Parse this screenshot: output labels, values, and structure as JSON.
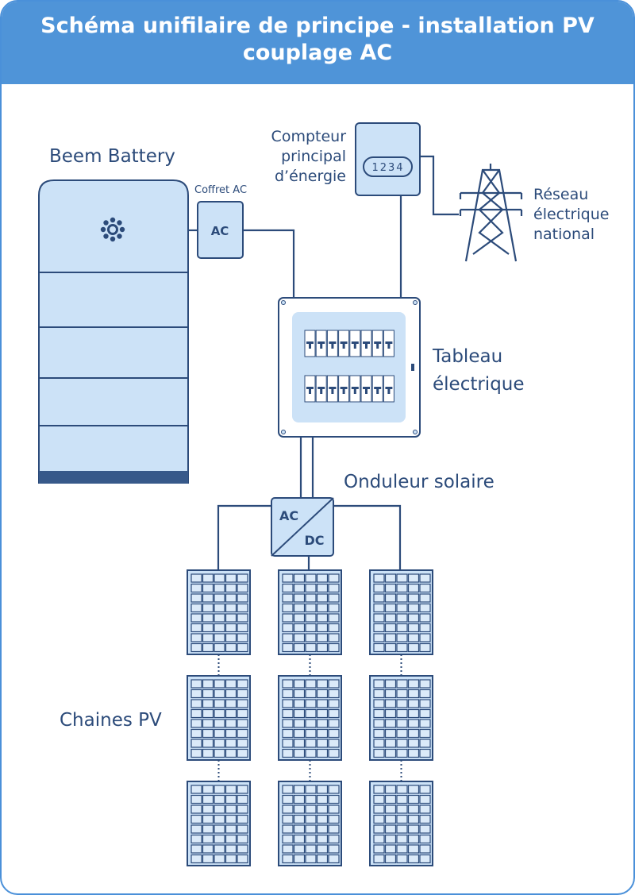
{
  "title_line1": "Schéma unifilaire de principe - installation PV",
  "title_line2": "couplage AC",
  "battery_label": "Beem Battery",
  "coffret_label": "Coffret AC",
  "coffret_ac": "AC",
  "meter_label_lines": [
    "Compteur",
    "principal",
    "d’énergie"
  ],
  "meter_display": "1234",
  "grid_label_lines": [
    "Réseau",
    "électrique",
    "national"
  ],
  "panel_label_lines": [
    "Tableau",
    "électrique"
  ],
  "inverter_label": "Onduleur solaire",
  "inverter_ac": "AC",
  "inverter_dc": "DC",
  "pv_label": "Chaines PV",
  "colors": {
    "accent": "#4f94d8",
    "line": "#2c4b7a",
    "fill": "#cce2f7",
    "dark": "#37598a"
  },
  "icons": [
    "sun-icon",
    "pylon-icon",
    "meter-icon",
    "breaker-icon",
    "solar-panel-icon",
    "inverter-icon"
  ]
}
